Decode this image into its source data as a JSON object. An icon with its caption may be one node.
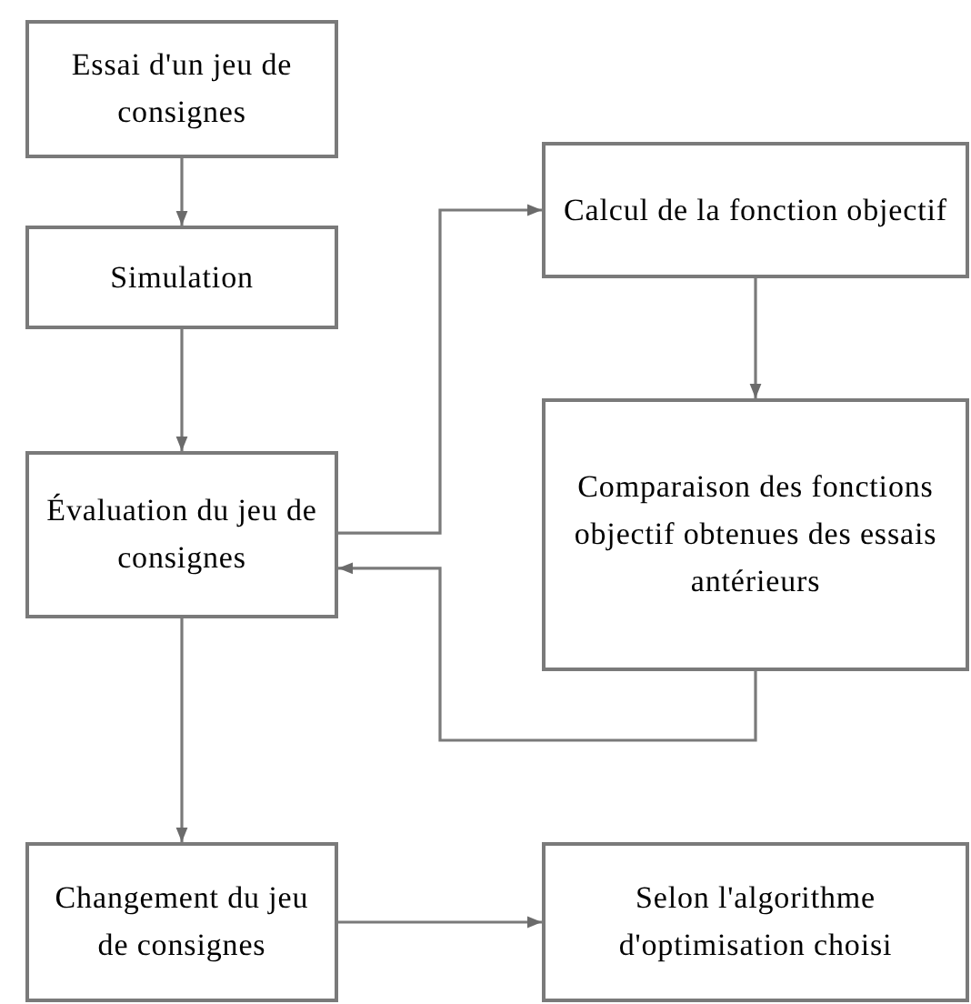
{
  "diagram": {
    "nodes": [
      {
        "text": [
          "Essai d'un jeu de consignes"
        ]
      },
      {
        "text": [
          "Simulation"
        ]
      },
      {
        "text": [
          "Évaluation du jeu de consignes"
        ]
      },
      {
        "text": [
          "Calcul de la fonction objectif"
        ]
      },
      {
        "text": [
          "Comparaison des fonctions objectif obtenues des essais antérieurs"
        ]
      },
      {
        "text": [
          "Changement du jeu de consignes"
        ]
      },
      {
        "text": [
          "Selon l'algorithme d'optimisation choisi"
        ]
      }
    ],
    "edges": [
      {
        "from": 0,
        "to": 1,
        "arrow": "to"
      },
      {
        "from": 1,
        "to": 2,
        "arrow": "to"
      },
      {
        "from": 2,
        "to": 3,
        "arrow": "to"
      },
      {
        "from": 3,
        "to": 4,
        "arrow": "to"
      },
      {
        "from": 4,
        "to": 2,
        "arrow": "to"
      },
      {
        "from": 2,
        "to": 5,
        "arrow": "to"
      },
      {
        "from": 5,
        "to": 6,
        "arrow": "to"
      }
    ]
  }
}
